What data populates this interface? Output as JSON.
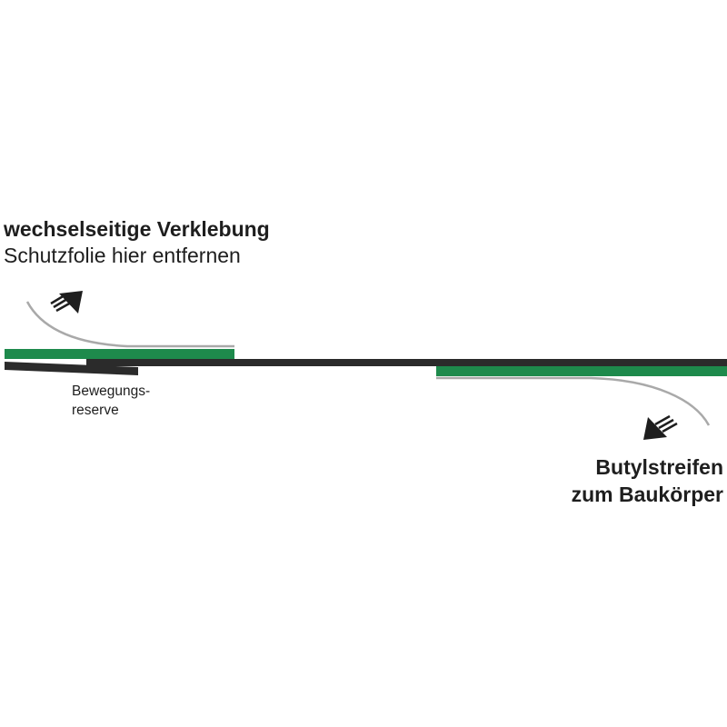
{
  "labels": {
    "adhesive_title": "wechselseitige Verklebung",
    "adhesive_subtitle": "Schutzfolie hier entfernen",
    "movement_line1": "Bewegungs-",
    "movement_line2": "reserve",
    "butyl_line1": "Butylstreifen",
    "butyl_line2": "zum Baukörper"
  },
  "colors": {
    "membrane": "#2b2b2b",
    "adhesive_strip": "#1e8a4c",
    "protective_film": "#a9a9a9",
    "arrow": "#1e1e1e",
    "text": "#1e1e1e",
    "background": "#ffffff"
  },
  "icons": {
    "top_arrow": "arrow-up-right-icon",
    "bottom_arrow": "arrow-down-left-icon"
  }
}
